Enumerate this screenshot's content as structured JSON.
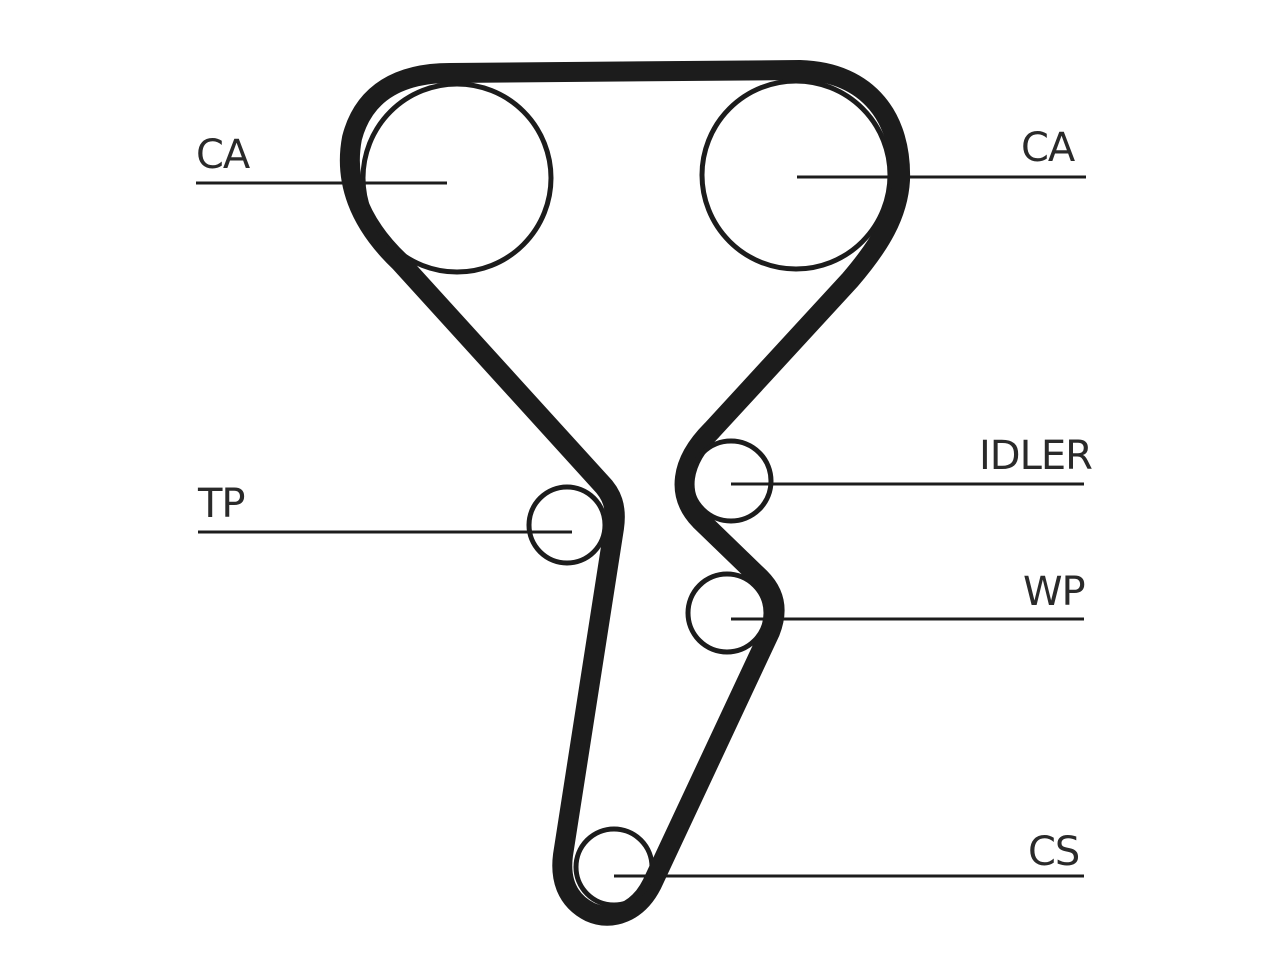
{
  "diagram": {
    "labels": {
      "camshaft_left": "CA",
      "camshaft_right": "CA",
      "idler": "IDLER",
      "tensioner": "TP",
      "water_pump": "WP",
      "crankshaft": "CS"
    },
    "colors": {
      "ink": "#1c1c1c",
      "text": "#2a2a2a",
      "background": "#ffffff"
    }
  }
}
